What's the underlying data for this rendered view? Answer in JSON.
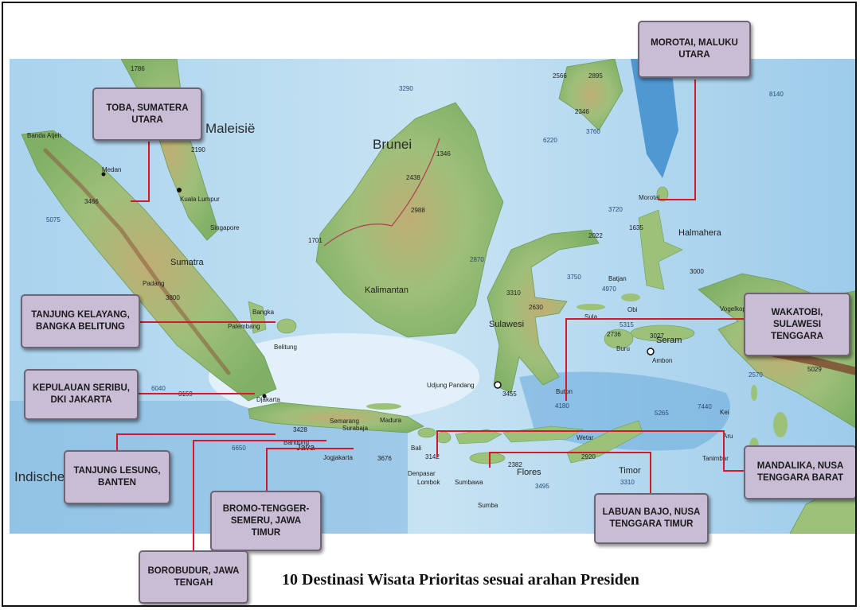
{
  "caption": "10 Destinasi Wisata Prioritas sesuai arahan Presiden",
  "destinations": [
    {
      "label": "TOBA, SUMATERA\nUTARA"
    },
    {
      "label": "MOROTAI, MALUKU\nUTARA"
    },
    {
      "label": "TANJUNG KELAYANG,\nBANGKA BELITUNG"
    },
    {
      "label": "WAKATOBI,\nSULAWESI\nTENGGARA"
    },
    {
      "label": "KEPULAUAN SERIBU,\nDKI JAKARTA"
    },
    {
      "label": "TANJUNG LESUNG,\nBANTEN"
    },
    {
      "label": "MANDALIKA, NUSA\nTENGGARA BARAT"
    },
    {
      "label": "BROMO-TENGGER-\nSEMERU, JAWA\nTIMUR"
    },
    {
      "label": "LABUAN BAJO, NUSA\nTENGGARA TIMUR"
    },
    {
      "label": "BOROBUDUR, JAWA\nTENGAH"
    }
  ],
  "map_labels": {
    "maleisie": "Maleisië",
    "brunei": "Brunei",
    "kalimantan": "Kalimantan",
    "sumatra": "Sumatra",
    "sulawesi": "Sulawesi",
    "halmahera": "Halmahera",
    "java": "Java",
    "flores": "Flores",
    "timor": "Timor",
    "seram": "Seram",
    "buru": "Buru",
    "ambon": "Ambon",
    "bali": "Bali",
    "lombok": "Lombok",
    "sumbawa": "Sumbawa",
    "sumba": "Sumba",
    "madura": "Madura",
    "wetar": "Wetar",
    "kei": "Kei",
    "aru": "Aru",
    "tanimbar": "Tanimbar",
    "indische": "Indische",
    "banda_atjeh": "Banda Atjeh",
    "medan": "Medan",
    "padang": "Padang",
    "palembang": "Palembang",
    "bangka": "Bangka",
    "belitung": "Belitung",
    "djakarta": "Djakarta",
    "semarang": "Semarang",
    "surabaja": "Surabaja",
    "jogjakarta": "Jogjakarta",
    "bandung": "Bandung",
    "denpasar": "Denpasar",
    "udjung_pandang": "Udjung Pandang",
    "kuala_lumpur": "Kuala Lumpur",
    "singapore": "Singapore",
    "morotai": "Morotai",
    "batjan": "Batjan",
    "obi": "Obi",
    "sula": "Sula",
    "buton": "Buton",
    "vogelkop": "Vogelkop"
  },
  "elevations": {
    "e1786": "1786",
    "e3466": "3466",
    "e2190": "2190",
    "e3800": "3800",
    "e3159": "3159",
    "e2438": "2438",
    "e1346": "1346",
    "e2988": "2988",
    "e1701": "1701",
    "e2566": "2566",
    "e2895": "2895",
    "e2346": "2346",
    "e2022": "2022",
    "e1635": "1635",
    "e3000": "3000",
    "e3310": "3310",
    "e3455": "3455",
    "e2630": "2630",
    "e2736": "2736",
    "e3027": "3027",
    "e5029": "5029",
    "e3428": "3428",
    "e3676": "3676",
    "e3142": "3142",
    "e2382": "2382",
    "e2920": "2920"
  },
  "depths": {
    "d3290": "3290",
    "d8140": "8140",
    "d6220": "6220",
    "d3760": "3760",
    "d5075": "5075",
    "d3720": "3720",
    "d2870": "2870",
    "d3750": "3750",
    "d4970": "4970",
    "d5315": "5315",
    "d2570": "2570",
    "d6040": "6040",
    "d4180": "4180",
    "d5265": "5265",
    "d7440": "7440",
    "d6650": "6650",
    "d3495": "3495",
    "d3310": "3310"
  },
  "colors": {
    "sea_deep": "#5b9fd4",
    "sea_shallow": "#c3e0f2",
    "land_low": "#8cb870",
    "land_high": "#c9b77e",
    "mountain": "#8a5a3a",
    "callout_fill": "#c9bdd6",
    "connector": "#d8182a"
  }
}
